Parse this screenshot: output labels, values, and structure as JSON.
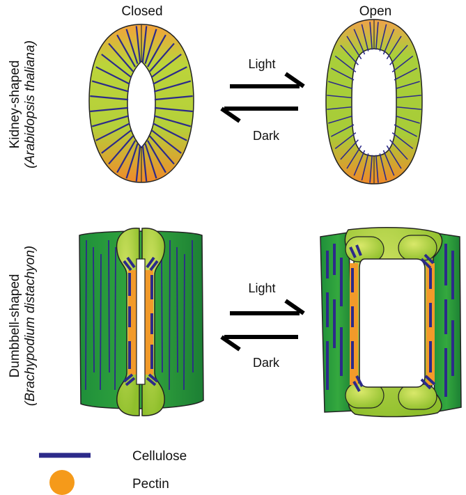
{
  "columns": {
    "left": "Closed",
    "right": "Open"
  },
  "rows": [
    {
      "shape": "Kidney-shaped",
      "species": "(Arabidopsis thaliana)",
      "arrow_top": "Light",
      "arrow_bottom": "Dark"
    },
    {
      "shape": "Dumbbell-shaped",
      "species": "(Brachypodium distachyon)",
      "arrow_top": "Light",
      "arrow_bottom": "Dark"
    }
  ],
  "legend": [
    {
      "label": "Cellulose",
      "color": "#2c2a8a",
      "symbol": "line"
    },
    {
      "label": "Pectin",
      "color": "#f59a1a",
      "symbol": "dot"
    }
  ],
  "colors": {
    "yellow_green": "#b7d23a",
    "orange": "#f2922a",
    "green": "#2e9e3a",
    "outline": "#222222"
  }
}
